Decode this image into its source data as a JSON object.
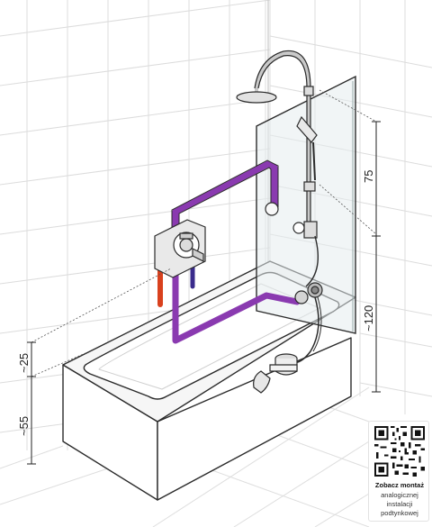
{
  "dimensions": {
    "shower_head_height": "75",
    "mixer_height": "~120",
    "mixer_offset": "~25",
    "bath_height": "~55"
  },
  "qr_card": {
    "title": "Zobacz montaż",
    "line1": "analogicznej",
    "line2": "instalacji",
    "line3": "podtynkowej"
  },
  "colors": {
    "hot_pipe": "#d9411e",
    "cold_pipe": "#3a2b8c",
    "mixed_pipe": "#8a3ab0",
    "outline": "#2b2b2b",
    "tile_grid": "#d8d8d8"
  }
}
